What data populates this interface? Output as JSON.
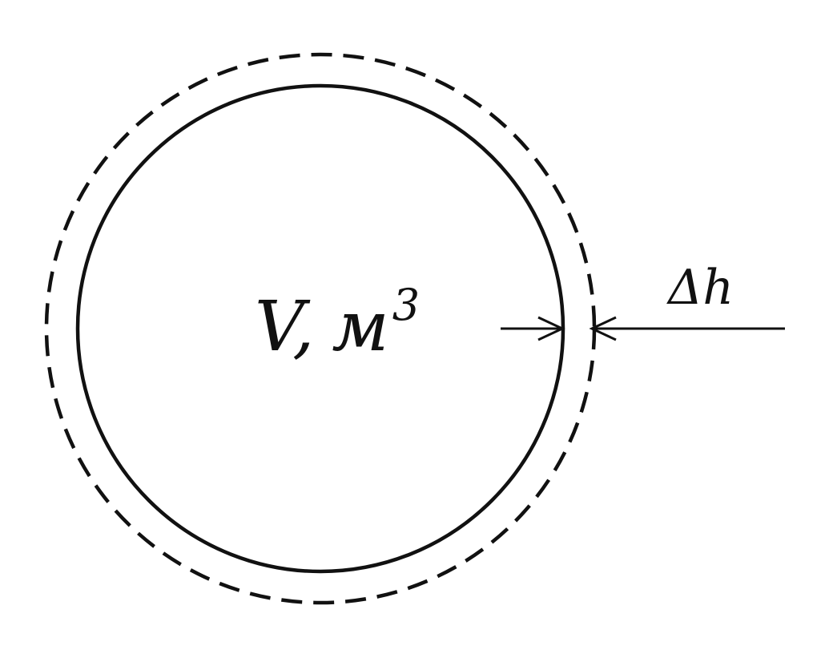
{
  "diagram": {
    "volume_label": {
      "symbol": "V",
      "separator": ",",
      "unit": "м",
      "exponent": "3"
    },
    "thickness_label": "Δh",
    "colors": {
      "stroke": "#111111",
      "background": "#ffffff"
    }
  }
}
